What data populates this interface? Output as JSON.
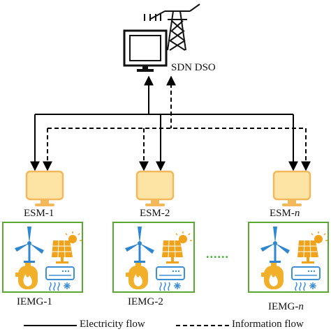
{
  "dso": {
    "label": "SDN DSO"
  },
  "esms": [
    {
      "prefix": "ESM-",
      "index": "1"
    },
    {
      "prefix": "ESM-",
      "index": "2"
    },
    {
      "prefix": "ESM-",
      "index": "n"
    }
  ],
  "iemgs": [
    {
      "prefix": "IEMG-",
      "index": "1"
    },
    {
      "prefix": "IEMG-",
      "index": "2"
    },
    {
      "prefix": "IEMG-",
      "index": "n"
    }
  ],
  "ellipsis": "......",
  "legend": {
    "electricity": "Electricity flow",
    "information": "Information flow"
  },
  "colors": {
    "monitor_fill": "#fde3a4",
    "monitor_stroke": "#f2b85a",
    "box_border": "#5aa832",
    "ellipsis": "#4caf3c",
    "turbine": "#2e86d1",
    "solar_panel": "#f0a31a",
    "sun": "#f0a31a",
    "boiler": "#f2b02a",
    "flame": "#ffffff",
    "ac": "#3d8fd6"
  },
  "icons": [
    "tower-icon",
    "computer-icon",
    "monitor-icon",
    "wind-turbine-icon",
    "solar-panel-icon",
    "boiler-icon",
    "air-conditioner-icon"
  ]
}
